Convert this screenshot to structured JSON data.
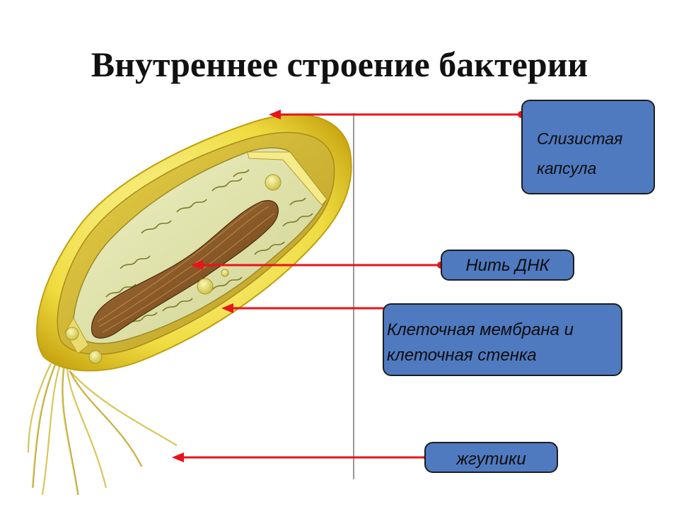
{
  "title": "Внутреннее строение бактерии",
  "labels": {
    "capsule": [
      "Слизистая",
      "капсула"
    ],
    "dna": "Нить ДНК",
    "membrane": [
      "Клеточная мембрана и",
      "клеточная стенка"
    ],
    "flagella": "жгутики"
  },
  "colors": {
    "box_fill": "#4f7ac0",
    "arrow": "#e8131b",
    "capsule_outer": "#f2e24a",
    "capsule_edge": "#c9a814",
    "cytoplasm": "#e4e6b2",
    "dna": "#8b5a25"
  }
}
